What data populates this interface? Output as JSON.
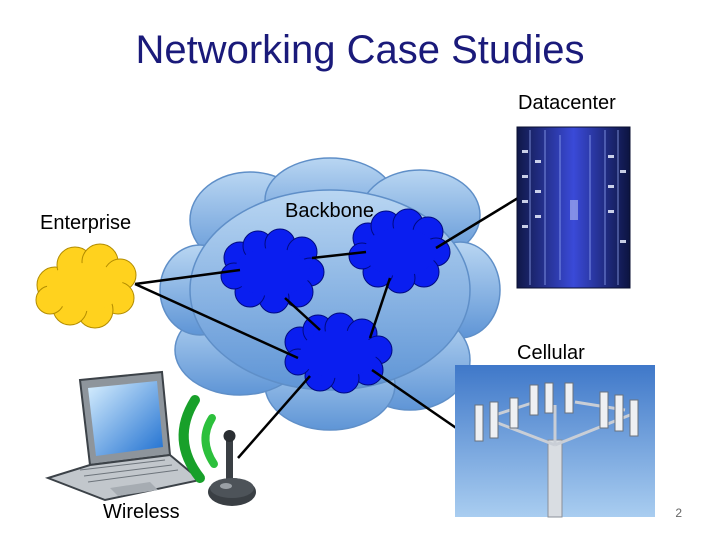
{
  "slide": {
    "title": "Networking Case Studies",
    "page_number": "2"
  },
  "labels": {
    "enterprise": "Enterprise",
    "backbone": "Backbone",
    "datacenter": "Datacenter",
    "cellular": "Cellular",
    "wireless": "Wireless"
  },
  "colors": {
    "title": "#1a1a7a",
    "backbone_cloud": "#7aaee0",
    "router_cloud": "#0a1ef0",
    "enterprise_cloud": "#ffd21e",
    "links": "#000000"
  }
}
